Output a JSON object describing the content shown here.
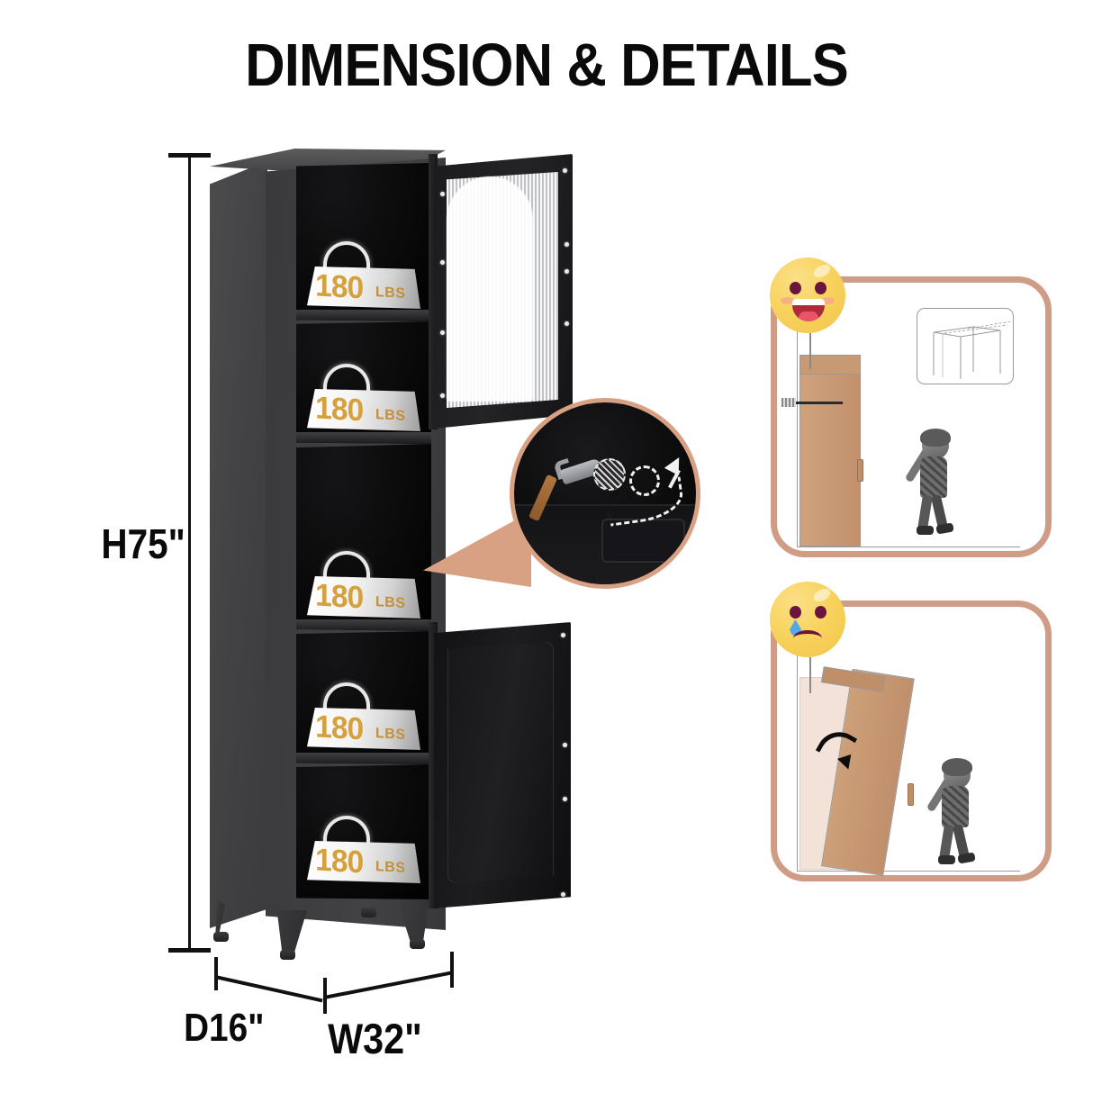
{
  "header": {
    "title": "DIMENSION & DETAILS"
  },
  "dimensions": {
    "height_label": "H75\"",
    "depth_label": "D16\"",
    "width_label": "W32\"",
    "height_value": 75,
    "depth_value": 16,
    "width_value": 32,
    "unit": "inches"
  },
  "product": {
    "type": "tall-storage-cabinet",
    "body_color": "#3f3f41",
    "interior_color": "#0a0a0b",
    "compartment_count": 5,
    "doors": [
      {
        "position": "upper",
        "style": "fluted-glass",
        "state": "open"
      },
      {
        "position": "lower",
        "style": "solid-panel",
        "state": "open"
      }
    ]
  },
  "shelf_capacity": {
    "value": "180",
    "unit": "LBS",
    "accent_color": "#d5a13e",
    "badges": [
      {
        "value": "180",
        "unit": "LBS"
      },
      {
        "value": "180",
        "unit": "LBS"
      },
      {
        "value": "180",
        "unit": "LBS"
      },
      {
        "value": "180",
        "unit": "LBS"
      },
      {
        "value": "180",
        "unit": "LBS"
      }
    ]
  },
  "detail_callout": {
    "name": "impact-resistance-detail",
    "icons": [
      "hammer-icon",
      "dashed-impact-circle-icon",
      "rebound-arrow-icon"
    ],
    "border_color": "#d9a184"
  },
  "safety_panels": [
    {
      "id": "anchored-safe",
      "emoji": "happy-face",
      "emoji_color": "#f8d35e",
      "description_icons": [
        "wall-anchor-icon",
        "child-figure-icon",
        "anti-tip-diagram-icon"
      ],
      "border_color": "#cf9c85"
    },
    {
      "id": "unanchored-tipping",
      "emoji": "crying-face",
      "emoji_color": "#f8d35e",
      "description_icons": [
        "tipping-cabinet-icon",
        "rotation-arrow-icon",
        "child-figure-icon"
      ],
      "border_color": "#cf9c85"
    }
  ],
  "colors": {
    "background": "#ffffff",
    "text": "#0a0a0a",
    "accent_gold": "#d5a13e",
    "panel_border": "#cf9c85",
    "wood_tone": "#c2916c"
  }
}
